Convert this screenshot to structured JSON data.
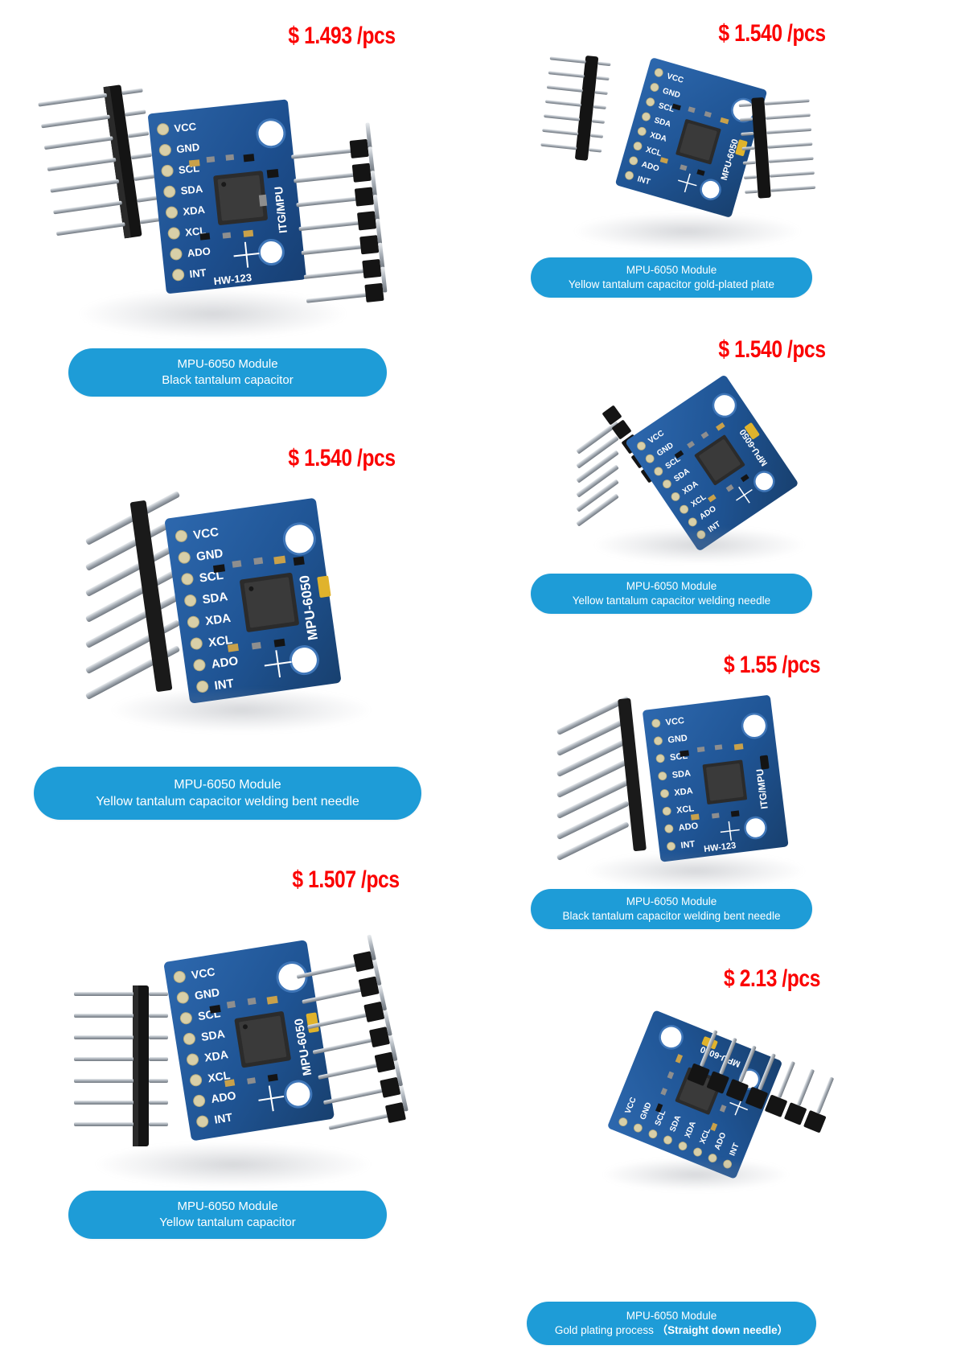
{
  "page": {
    "background": "#ffffff",
    "price_color": "#fb0000",
    "pill_color": "#1e9cd7",
    "pill_text_color": "#ffffff",
    "board_color": "#1d4f8f",
    "currency": "$",
    "unit": "/pcs"
  },
  "products": [
    {
      "id": "p1",
      "price": "$ 1.493 /pcs",
      "price_value": "1.493",
      "title": "MPU-6050 Module",
      "subtitle": "Black tantalum capacitor",
      "board_silk": [
        "VCC",
        "GND",
        "SCL",
        "SDA",
        "XDA",
        "XCL",
        "ADO",
        "INT"
      ],
      "board_mark": "ITG/MPU",
      "board_id": "HW-123",
      "capacitor_color": "#111111",
      "header_color": "#111111",
      "column": "left"
    },
    {
      "id": "p2",
      "price": "$ 1.540 /pcs",
      "price_value": "1.540",
      "title": "MPU-6050 Module",
      "subtitle": "Yellow tantalum capacitor gold-plated plate",
      "board_silk": [
        "VCC",
        "GND",
        "SCL",
        "SDA",
        "XDA",
        "XCL",
        "ADO",
        "INT"
      ],
      "board_mark": "MPU-6050",
      "board_id": "",
      "capacitor_color": "#d8a81c",
      "header_color": "#111111",
      "column": "right"
    },
    {
      "id": "p3",
      "price": "$ 1.540 /pcs",
      "price_value": "1.540",
      "title": "MPU-6050 Module",
      "subtitle": "Yellow tantalum capacitor welding bent needle",
      "board_silk": [
        "VCC",
        "GND",
        "SCL",
        "SDA",
        "XDA",
        "XCL",
        "ADO",
        "INT"
      ],
      "board_mark": "MPU-6050",
      "board_id": "",
      "capacitor_color": "#d8a81c",
      "header_color": "#9aa0a6",
      "column": "left"
    },
    {
      "id": "p4",
      "price": "$ 1.540 /pcs",
      "price_value": "1.540",
      "title": "MPU-6050 Module",
      "subtitle": "Yellow tantalum capacitor welding needle",
      "board_silk": [
        "VCC",
        "GND",
        "SCL",
        "SDA",
        "XDA",
        "XCL",
        "ADO",
        "INT"
      ],
      "board_mark": "MPU-6050",
      "board_id": "",
      "capacitor_color": "#d8a81c",
      "header_color": "#3a3a3a",
      "column": "right"
    },
    {
      "id": "p5",
      "price": "$ 1.55 /pcs",
      "price_value": "1.55",
      "title": "MPU-6050 Module",
      "subtitle": "Black tantalum capacitor welding bent needle",
      "board_silk": [
        "VCC",
        "GND",
        "SCL",
        "SDA",
        "XDA",
        "XCL",
        "ADO",
        "INT"
      ],
      "board_mark": "ITG/MPU",
      "board_id": "HW-123",
      "capacitor_color": "#111111",
      "header_color": "#9aa0a6",
      "column": "right"
    },
    {
      "id": "p6",
      "price": "$ 1.507 /pcs",
      "price_value": "1.507",
      "title": "MPU-6050 Module",
      "subtitle": "Yellow tantalum capacitor",
      "board_silk": [
        "VCC",
        "GND",
        "SCL",
        "SDA",
        "XDA",
        "XCL",
        "ADO",
        "INT"
      ],
      "board_mark": "MPU-6050",
      "board_id": "",
      "capacitor_color": "#d8a81c",
      "header_color": "#111111",
      "column": "left"
    },
    {
      "id": "p7",
      "price": "$ 2.13 /pcs",
      "price_value": "2.13",
      "title": "MPU-6050 Module",
      "subtitle_plain": "Gold plating process",
      "subtitle_bold": "（Straight down needle）",
      "board_silk": [
        "INT",
        "ADO",
        "XCL",
        "XDA",
        "SDA",
        "SCL",
        "GND",
        "VCC"
      ],
      "board_mark": "MPU-6050",
      "board_id": "",
      "capacitor_color": "#d8a81c",
      "header_color": "#111111",
      "column": "right"
    }
  ]
}
